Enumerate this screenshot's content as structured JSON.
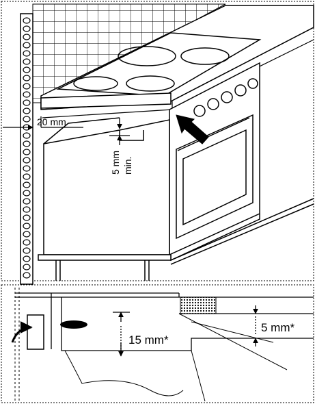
{
  "upper_view": {
    "labels": {
      "side_gap": "20 mm",
      "top_gap_value": "5 mm",
      "top_gap_suffix": "min."
    }
  },
  "detail_view": {
    "labels": {
      "counter_gap": "15 mm*",
      "oven_gap": "5 mm*"
    }
  },
  "colors": {
    "line": "#000000",
    "background": "#ffffff",
    "hatch": "#888888"
  }
}
